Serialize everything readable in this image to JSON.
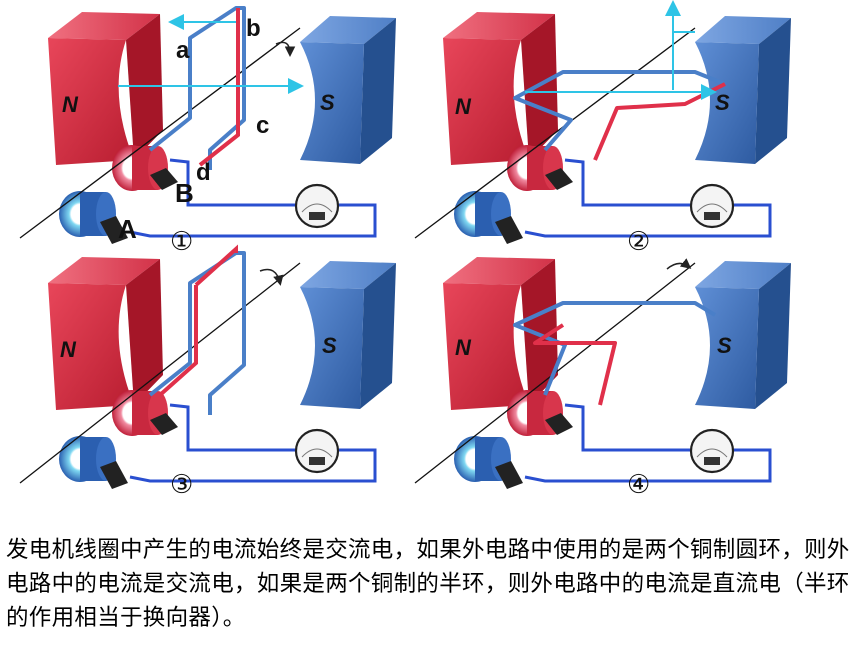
{
  "panels": [
    {
      "number": "①",
      "pole_n": "N",
      "pole_s": "S",
      "labels": {
        "a": "a",
        "b": "b",
        "c": "c",
        "d": "d",
        "ring_a": "A",
        "ring_b": "B"
      }
    },
    {
      "number": "②",
      "pole_n": "N",
      "pole_s": "S"
    },
    {
      "number": "③",
      "pole_n": "N",
      "pole_s": "S"
    },
    {
      "number": "④",
      "pole_n": "N",
      "pole_s": "S"
    }
  ],
  "caption": "发电机线圈中产生的电流始终是交流电，如果外电路中使用的是两个铜制圆环，则外电路中的电流是交流电，如果是两个铜制的半环，则外电路中的电流是直流电（半环的作用相当于换向器）。",
  "colors": {
    "north_magnet": "#d8263a",
    "south_magnet": "#3f6fb8",
    "coil_red": "#e0304a",
    "coil_blue": "#4a7fc8",
    "field_line": "#2ec4e6",
    "circuit_wire": "#2a4fd0"
  }
}
